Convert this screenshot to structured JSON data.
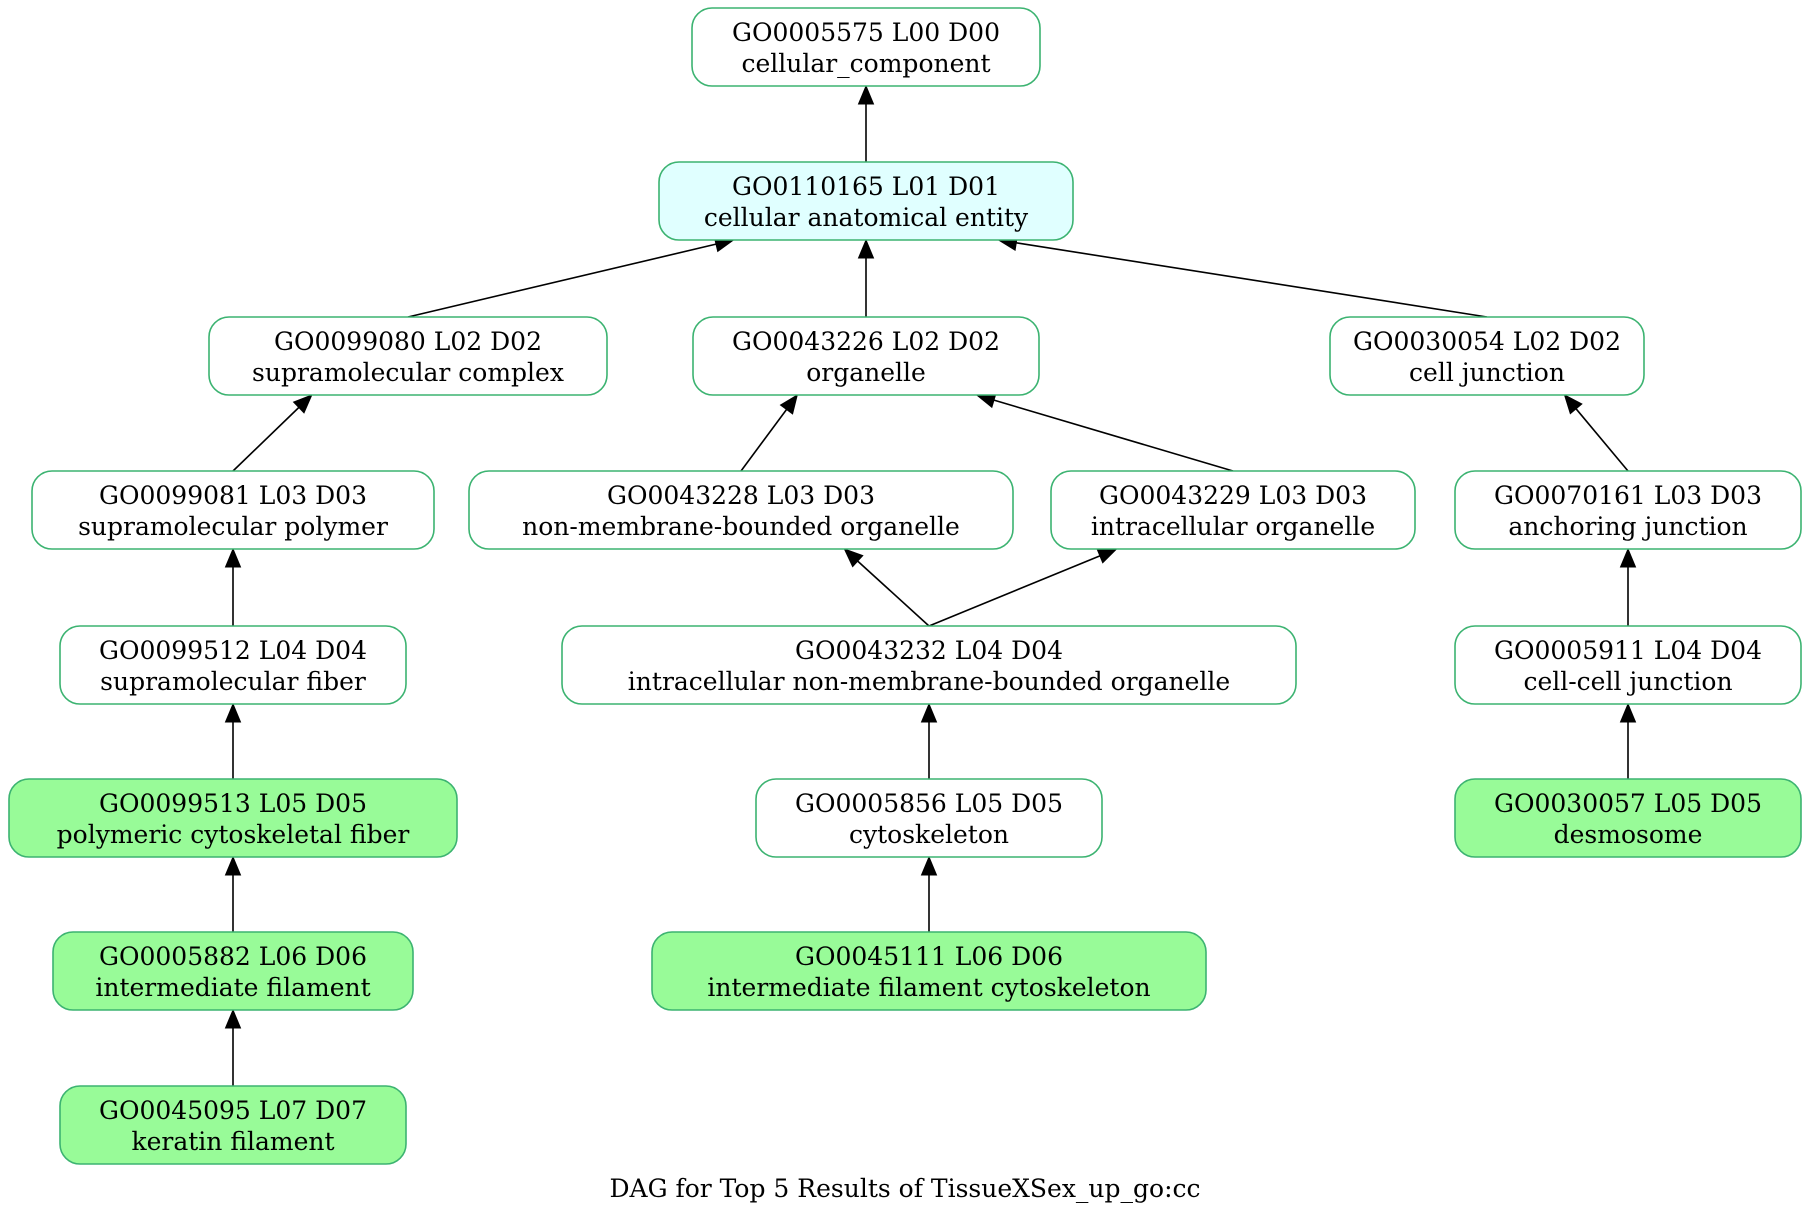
{
  "caption": "DAG for Top 5 Results of TissueXSex_up_go:cc",
  "colors": {
    "border": "#3cb371",
    "default_fill": "#ffffff",
    "root_child_fill": "#e0ffff",
    "highlight_fill": "#98fb98"
  },
  "nodes": [
    {
      "id": "n0005575",
      "line1": "GO0005575 L00 D00",
      "line2": "cellular_component",
      "fill": "default_fill"
    },
    {
      "id": "n0110165",
      "line1": "GO0110165 L01 D01",
      "line2": "cellular anatomical entity",
      "fill": "root_child_fill"
    },
    {
      "id": "n0099080",
      "line1": "GO0099080 L02 D02",
      "line2": "supramolecular complex",
      "fill": "default_fill"
    },
    {
      "id": "n0043226",
      "line1": "GO0043226 L02 D02",
      "line2": "organelle",
      "fill": "default_fill"
    },
    {
      "id": "n0030054",
      "line1": "GO0030054 L02 D02",
      "line2": "cell junction",
      "fill": "default_fill"
    },
    {
      "id": "n0099081",
      "line1": "GO0099081 L03 D03",
      "line2": "supramolecular polymer",
      "fill": "default_fill"
    },
    {
      "id": "n0043228",
      "line1": "GO0043228 L03 D03",
      "line2": "non-membrane-bounded organelle",
      "fill": "default_fill"
    },
    {
      "id": "n0043229",
      "line1": "GO0043229 L03 D03",
      "line2": "intracellular organelle",
      "fill": "default_fill"
    },
    {
      "id": "n0070161",
      "line1": "GO0070161 L03 D03",
      "line2": "anchoring junction",
      "fill": "default_fill"
    },
    {
      "id": "n0099512",
      "line1": "GO0099512 L04 D04",
      "line2": "supramolecular fiber",
      "fill": "default_fill"
    },
    {
      "id": "n0043232",
      "line1": "GO0043232 L04 D04",
      "line2": "intracellular non-membrane-bounded organelle",
      "fill": "default_fill"
    },
    {
      "id": "n0005911",
      "line1": "GO0005911 L04 D04",
      "line2": "cell-cell junction",
      "fill": "default_fill"
    },
    {
      "id": "n0099513",
      "line1": "GO0099513 L05 D05",
      "line2": "polymeric cytoskeletal fiber",
      "fill": "highlight_fill"
    },
    {
      "id": "n0005856",
      "line1": "GO0005856 L05 D05",
      "line2": "cytoskeleton",
      "fill": "default_fill"
    },
    {
      "id": "n0030057",
      "line1": "GO0030057 L05 D05",
      "line2": "desmosome",
      "fill": "highlight_fill"
    },
    {
      "id": "n0005882",
      "line1": "GO0005882 L06 D06",
      "line2": "intermediate filament",
      "fill": "highlight_fill"
    },
    {
      "id": "n0045111",
      "line1": "GO0045111 L06 D06",
      "line2": "intermediate filament cytoskeleton",
      "fill": "highlight_fill"
    },
    {
      "id": "n0045095",
      "line1": "GO0045095 L07 D07",
      "line2": "keratin filament",
      "fill": "highlight_fill"
    }
  ],
  "edges": [
    {
      "from": "n0110165",
      "to": "n0005575"
    },
    {
      "from": "n0099080",
      "to": "n0110165"
    },
    {
      "from": "n0043226",
      "to": "n0110165"
    },
    {
      "from": "n0030054",
      "to": "n0110165"
    },
    {
      "from": "n0099081",
      "to": "n0099080"
    },
    {
      "from": "n0043228",
      "to": "n0043226"
    },
    {
      "from": "n0043229",
      "to": "n0043226"
    },
    {
      "from": "n0070161",
      "to": "n0030054"
    },
    {
      "from": "n0099512",
      "to": "n0099081"
    },
    {
      "from": "n0043232",
      "to": "n0043228"
    },
    {
      "from": "n0043232",
      "to": "n0043229"
    },
    {
      "from": "n0005911",
      "to": "n0070161"
    },
    {
      "from": "n0099513",
      "to": "n0099512"
    },
    {
      "from": "n0005856",
      "to": "n0043232"
    },
    {
      "from": "n0030057",
      "to": "n0005911"
    },
    {
      "from": "n0005882",
      "to": "n0099513"
    },
    {
      "from": "n0045111",
      "to": "n0005856"
    },
    {
      "from": "n0045095",
      "to": "n0005882"
    }
  ]
}
